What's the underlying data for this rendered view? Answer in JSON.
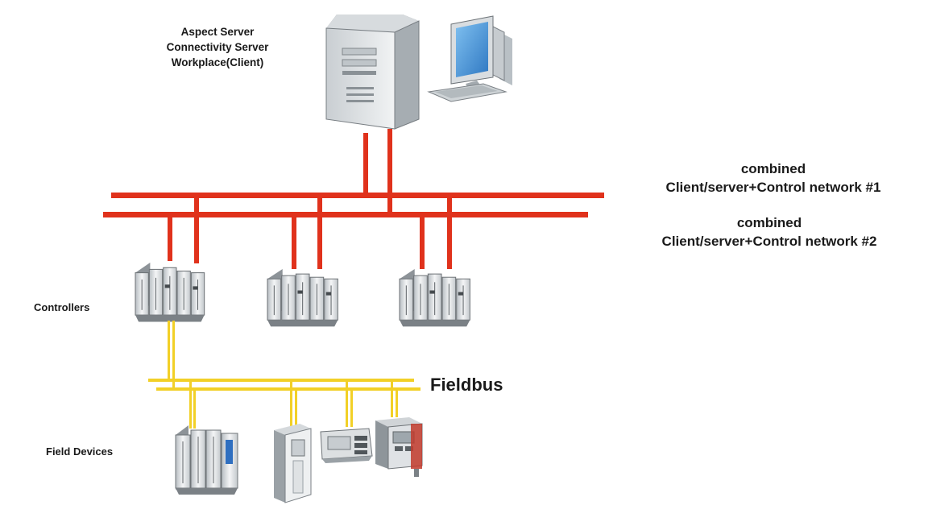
{
  "server_label": [
    "Aspect Server",
    "Connectivity Server",
    "Workplace(Client)"
  ],
  "network1_label": [
    "combined",
    "Client/server+Control network #1"
  ],
  "network2_label": [
    "combined",
    "Client/server+Control network #2"
  ],
  "controllers_label": "Controllers",
  "field_devices_label": "Field Devices",
  "fieldbus_label": "Fieldbus",
  "colors": {
    "control_network": "#e0321c",
    "fieldbus": "#f2d027",
    "device_body": "#e9ecee",
    "device_shadow": "#9aa1a6",
    "monitor_screen": "#3e8fd4"
  },
  "icons": [
    "server-tower-icon",
    "workstation-monitor-icon",
    "controller-rack-icon",
    "field-io-module-icon",
    "drive-cabinet-icon",
    "panel-meter-icon",
    "transmitter-icon"
  ]
}
